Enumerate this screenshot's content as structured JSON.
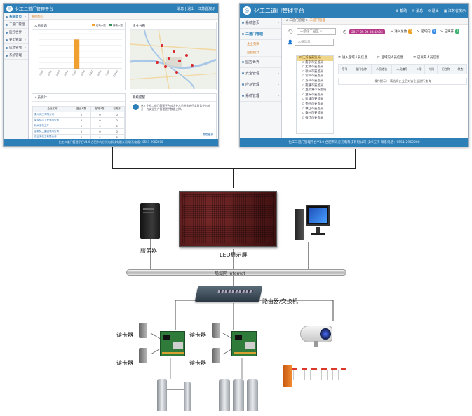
{
  "left_screen": {
    "title": "化工二道门管理平台",
    "user_area": "消息 | 退出 | 江苏省演示",
    "sidebar": [
      "系统首页",
      "二道门管理",
      "监控世界",
      "安全管理",
      "应急管理",
      "系统管理"
    ],
    "panel_titles": [
      "人员状态",
      "企业分布",
      "人员统计",
      "系统提醒"
    ],
    "legend": [
      "在场人数",
      "离场人数"
    ],
    "table_headers": [
      "企业名称",
      "进出人数",
      "在场人数",
      "已离开"
    ],
    "table_rows": [
      [
        "泰州化工有限公司",
        "0",
        "0",
        "0"
      ],
      [
        "南京化学工业有限公司",
        "0",
        "0",
        "0"
      ],
      [
        "徐州石化工厂",
        "0",
        "0",
        "0"
      ],
      [
        "盐城化工集团有限公司",
        "0",
        "0",
        "0"
      ],
      [
        "连云港化工有限公司",
        "0",
        "0",
        "0"
      ]
    ],
    "notice_text": "化工企业二道门管理平台对企业人员进出进行实时监控与统计，为安全生产管理提供数据支撑。",
    "more_link": "查看更多",
    "footer": "化工二道门管理平台V1.0   合肥市光谷光电科技有限公司   联系电话：0551-2962000",
    "chart_data": {
      "type": "bar",
      "title": "人员状态",
      "categories": [
        "企业1",
        "企业2",
        "企业3",
        "企业4",
        "企业5",
        "企业6",
        "企业7",
        "企业8",
        "企业9",
        "企业10"
      ],
      "series": [
        {
          "name": "在场人数",
          "values": [
            0,
            0,
            0,
            0,
            1,
            0,
            0,
            0,
            0,
            0
          ]
        }
      ],
      "ylim": [
        0,
        1.2
      ],
      "grid": true,
      "legend": "top-right"
    }
  },
  "right_screen": {
    "title": "化工二道门管理平台",
    "topbar_right": [
      "帮助",
      "消息",
      "退出",
      "江苏省演示"
    ],
    "breadcrumb": [
      "二道门管理",
      "二道门管理"
    ],
    "sidebar": [
      "系统首页",
      "二道门管理",
      "监控世界",
      "安全管理",
      "应急管理",
      "系统管理"
    ],
    "sub_items": [
      "企业列表",
      "监控统计"
    ],
    "select_placeholder": "一级化工园区",
    "date_value": "2017-05-06 08:42:03",
    "stat_buttons": [
      {
        "label": "进入总数",
        "count": "0",
        "color": "#f0a020"
      },
      {
        "label": "区域内",
        "count": "0",
        "color": "#3a8ee6"
      },
      {
        "label": "已离开",
        "count": "0",
        "color": "#3cb371"
      }
    ],
    "person_search": "人员信息",
    "tree_root": "江苏省安监局",
    "tree_items": [
      "南京市安监局",
      "无锡市安监局",
      "徐州市安监局",
      "常州市安监局",
      "苏州市安监局",
      "南通市安监局",
      "连云港市安监局",
      "淮安市安监局",
      "盐城市安监局",
      "扬州市安监局",
      "镇江市安监局",
      "泰州市安监局",
      "宿迁市安监局"
    ],
    "action_links": [
      "进入区域人员信息",
      "区域内人员信息",
      "已离开人员信息"
    ],
    "columns": [
      "序号",
      "部门名称",
      "人员姓名",
      "人员编号",
      "卡号",
      "时间",
      "门名称",
      "状态"
    ],
    "hint_label": "操作提示：",
    "hint_text": "请选择企业后对该企业进行查询",
    "footer": "化工二道门管理平台V1.0   合肥市光谷光电科技有限公司   技术支持   联系电话：0551-2962000"
  },
  "network": {
    "server": "服务器",
    "led": "LED显示屏",
    "backbone": "局域网 Internet",
    "router": "路由器/交换机",
    "reader": "读卡器"
  }
}
